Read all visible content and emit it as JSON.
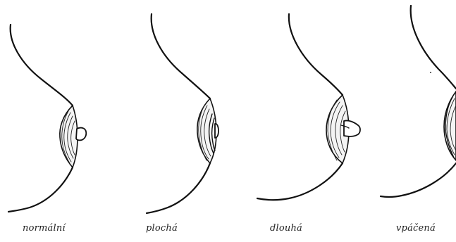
{
  "panels": [
    {
      "id": "normal",
      "label": "normální"
    },
    {
      "id": "flat",
      "label": "plochá"
    },
    {
      "id": "long",
      "label": "dlouhá"
    },
    {
      "id": "inverted",
      "label": "vpáčená"
    }
  ]
}
